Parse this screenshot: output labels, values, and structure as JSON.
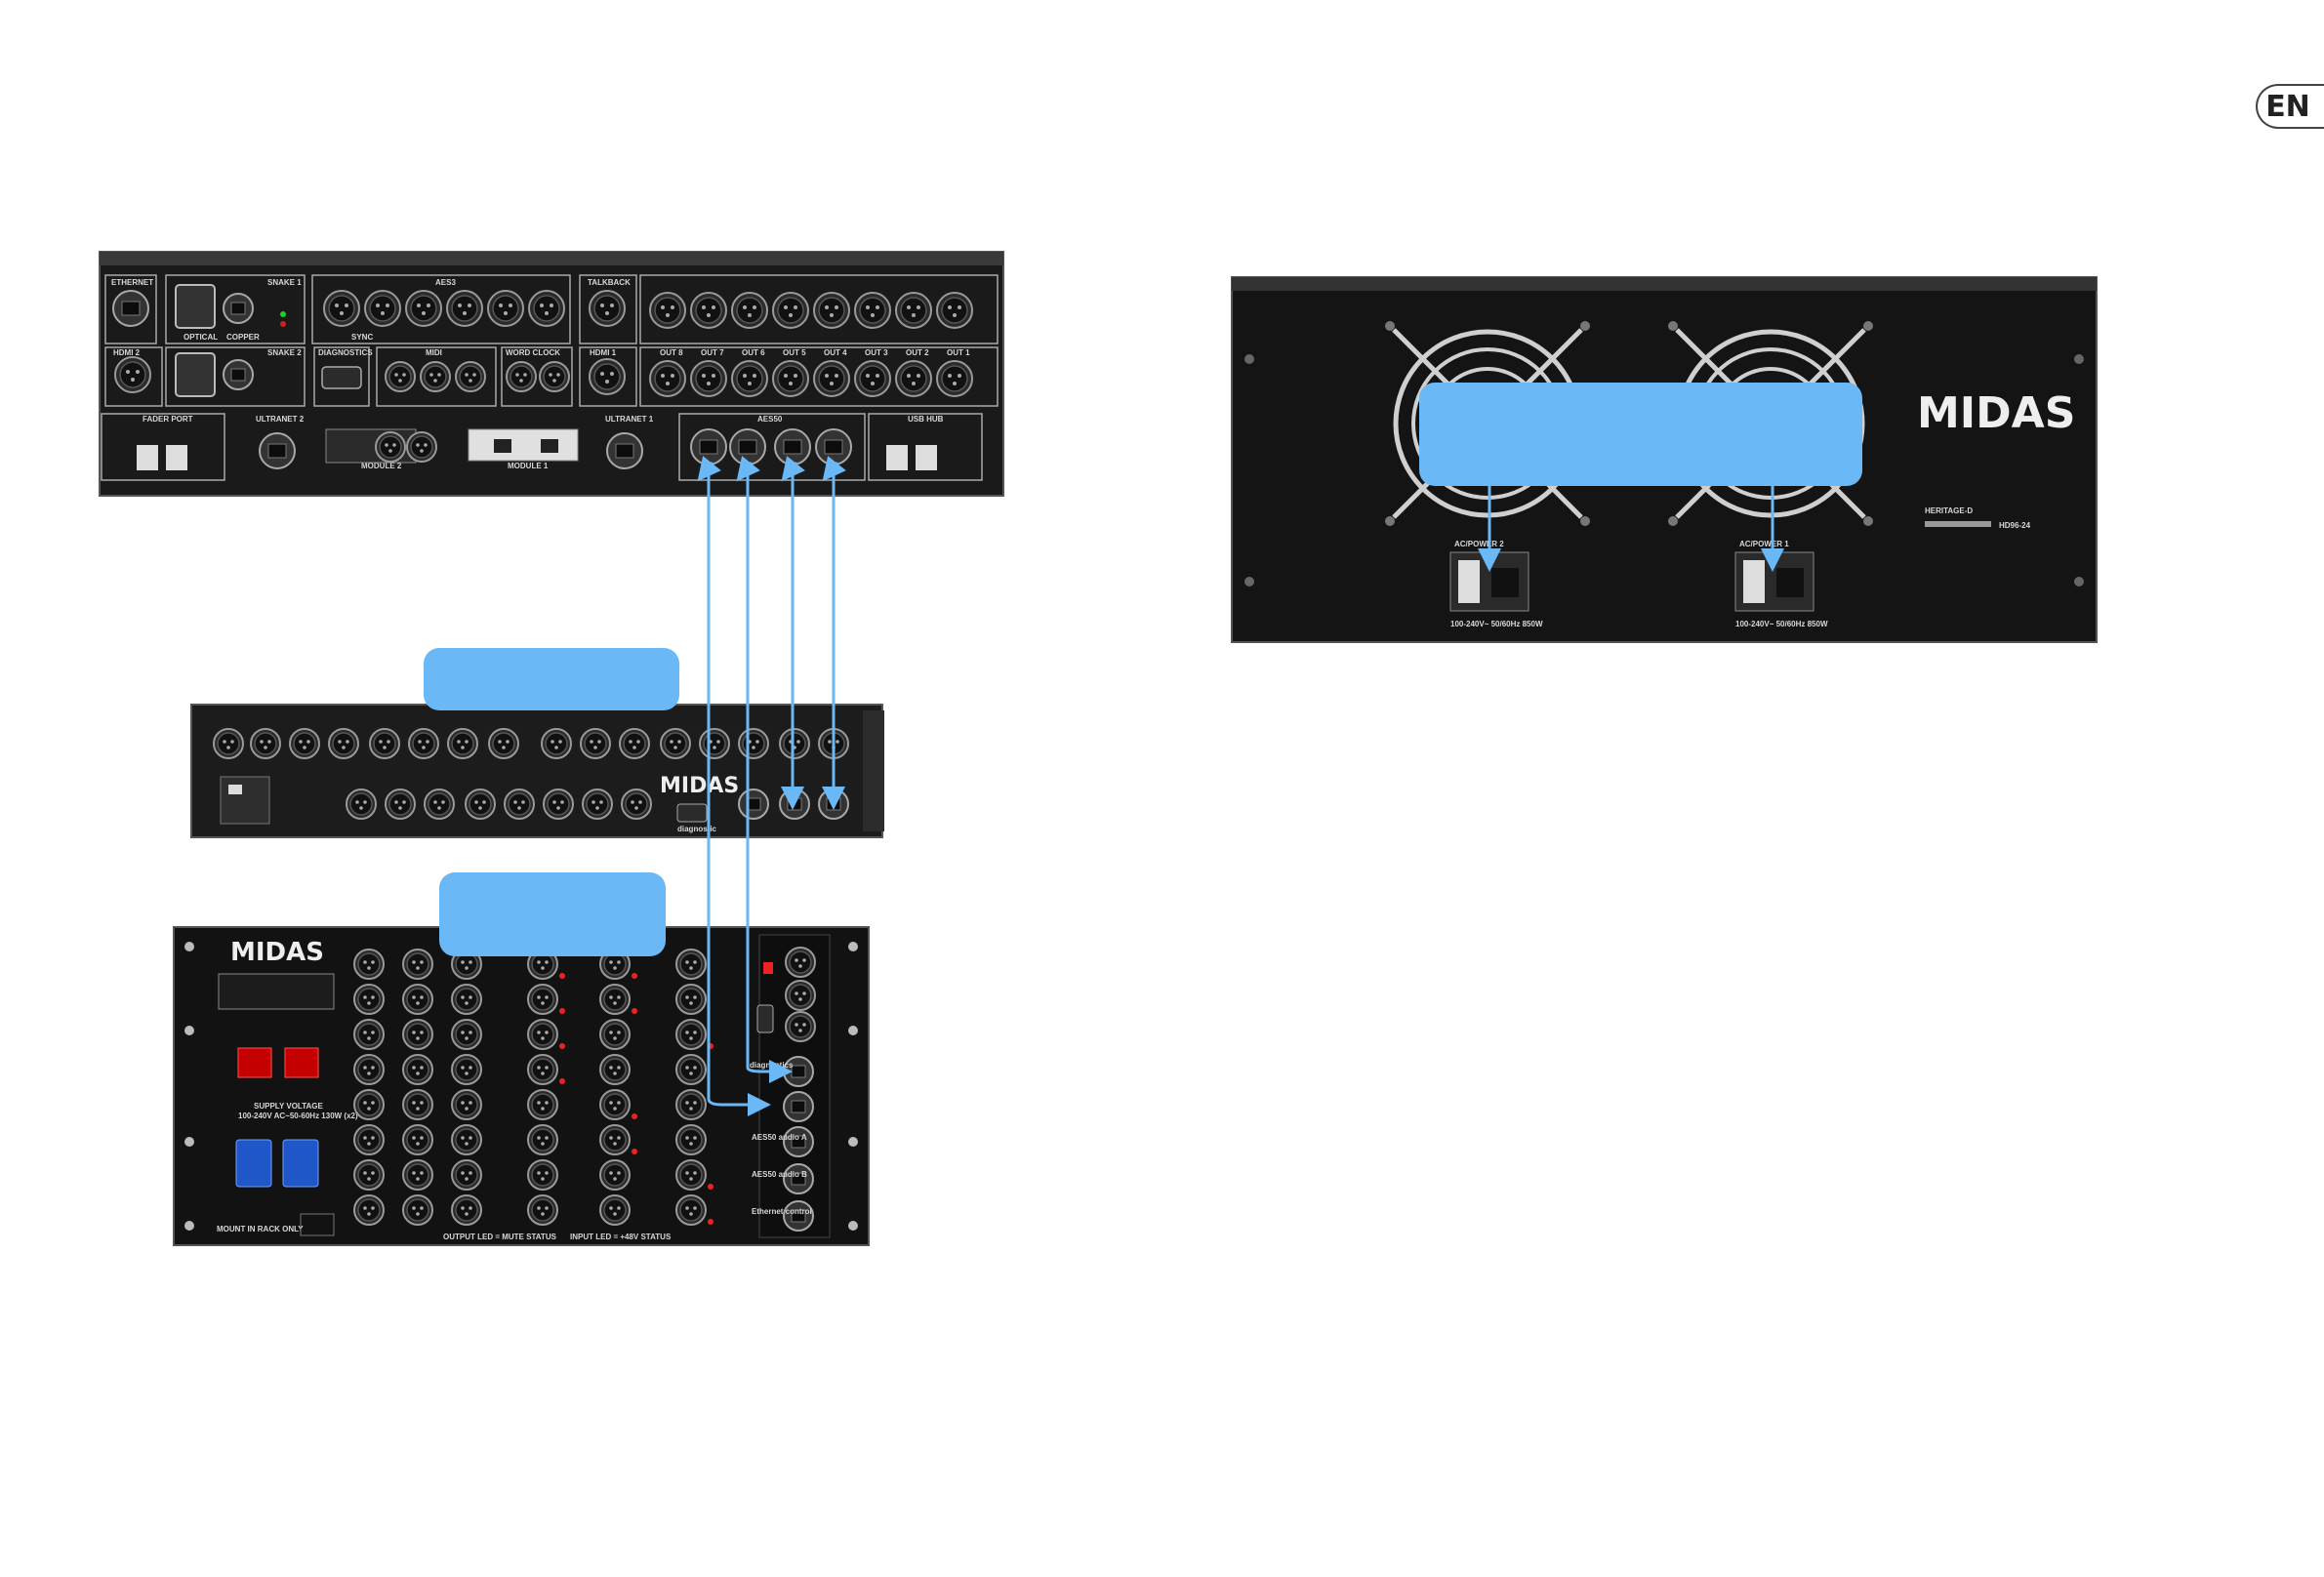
{
  "header": {
    "language_badge": "EN"
  },
  "console_panel": {
    "labels": {
      "ethernet": "ETHERNET",
      "snake1": "SNAKE 1",
      "snake2": "SNAKE 2",
      "aes3": "AES3",
      "talkback": "TALKBACK",
      "hdmi2": "HDMI 2",
      "hdmi1": "HDMI 1",
      "diagnostics": "DIAGNOSTICS",
      "midi": "MIDI",
      "word_clock": "WORD CLOCK",
      "fader_port": "FADER PORT",
      "ultranet2": "ULTRANET 2",
      "ultranet1": "ULTRANET 1",
      "module2": "MODULE 2",
      "module1": "MODULE 1",
      "aes50": "AES50",
      "usb_hub": "USB HUB",
      "optical": "OPTICAL",
      "copper": "COPPER",
      "sync": "SYNC",
      "outs": [
        "OUT 8",
        "OUT 7",
        "OUT 6",
        "OUT 5",
        "OUT 4",
        "OUT 3",
        "OUT 2",
        "OUT 1"
      ]
    }
  },
  "stagebox_small": {
    "brand": "MIDAS",
    "diagnostic_label": "diagnostic"
  },
  "stagebox_large": {
    "brand": "MIDAS",
    "supply_voltage": "SUPPLY VOLTAGE",
    "supply_range": "100-240V AC~50-60Hz 130W (x2)",
    "output_status": "OUTPUT LED = MUTE STATUS",
    "input_status": "INPUT LED = +48V STATUS",
    "rack_warning": "MOUNT IN RACK ONLY",
    "port_labels": [
      "diagnostics",
      "AES50 audio A",
      "AES50 audio B",
      "Ethernet control"
    ]
  },
  "rear_panel": {
    "brand": "MIDAS",
    "model": "HERITAGE-D",
    "model_code": "HD96-24",
    "power2_label": "AC/POWER 2",
    "power1_label": "AC/POWER 1",
    "power_spec": "100-240V~ 50/60Hz 850W"
  },
  "colors": {
    "callout": "#6ab8f5",
    "cable": "#6ab8f5",
    "panel": "#141414"
  }
}
